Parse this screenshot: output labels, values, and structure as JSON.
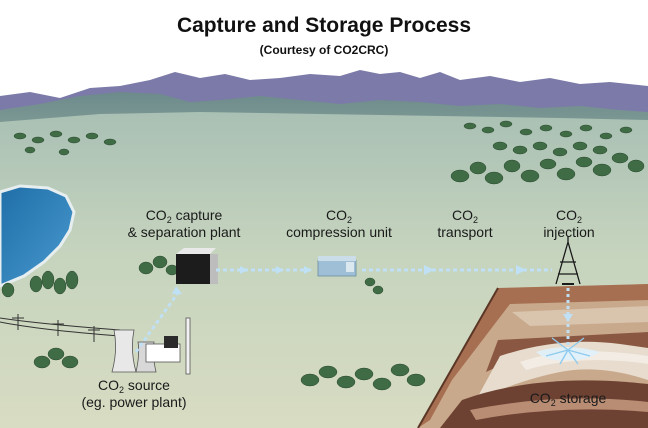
{
  "title": "Capture and Storage Process",
  "subtitle": "(Courtesy of CO2CRC)",
  "labels": {
    "co2_prefix": "CO",
    "co2_sub": "2",
    "capture_l1": " capture",
    "capture_l2": "& separation plant",
    "compression_l2": "compression unit",
    "transport_l2": "transport",
    "injection_l2": "injection",
    "source_l1": " source",
    "source_l2": "(eg. power plant)",
    "storage_l1": " storage"
  },
  "colors": {
    "sky": "#ffffff",
    "mountains": "#7b7aa8",
    "hills": "#6f8c8a",
    "plain": "#c9d6bf",
    "lake": "#2e80b8",
    "flow_arrow": "#bfe0f5",
    "earth_top": "#a56a4e",
    "earth_mid": "#c7a68a",
    "earth_deep": "#7a4b3a"
  }
}
